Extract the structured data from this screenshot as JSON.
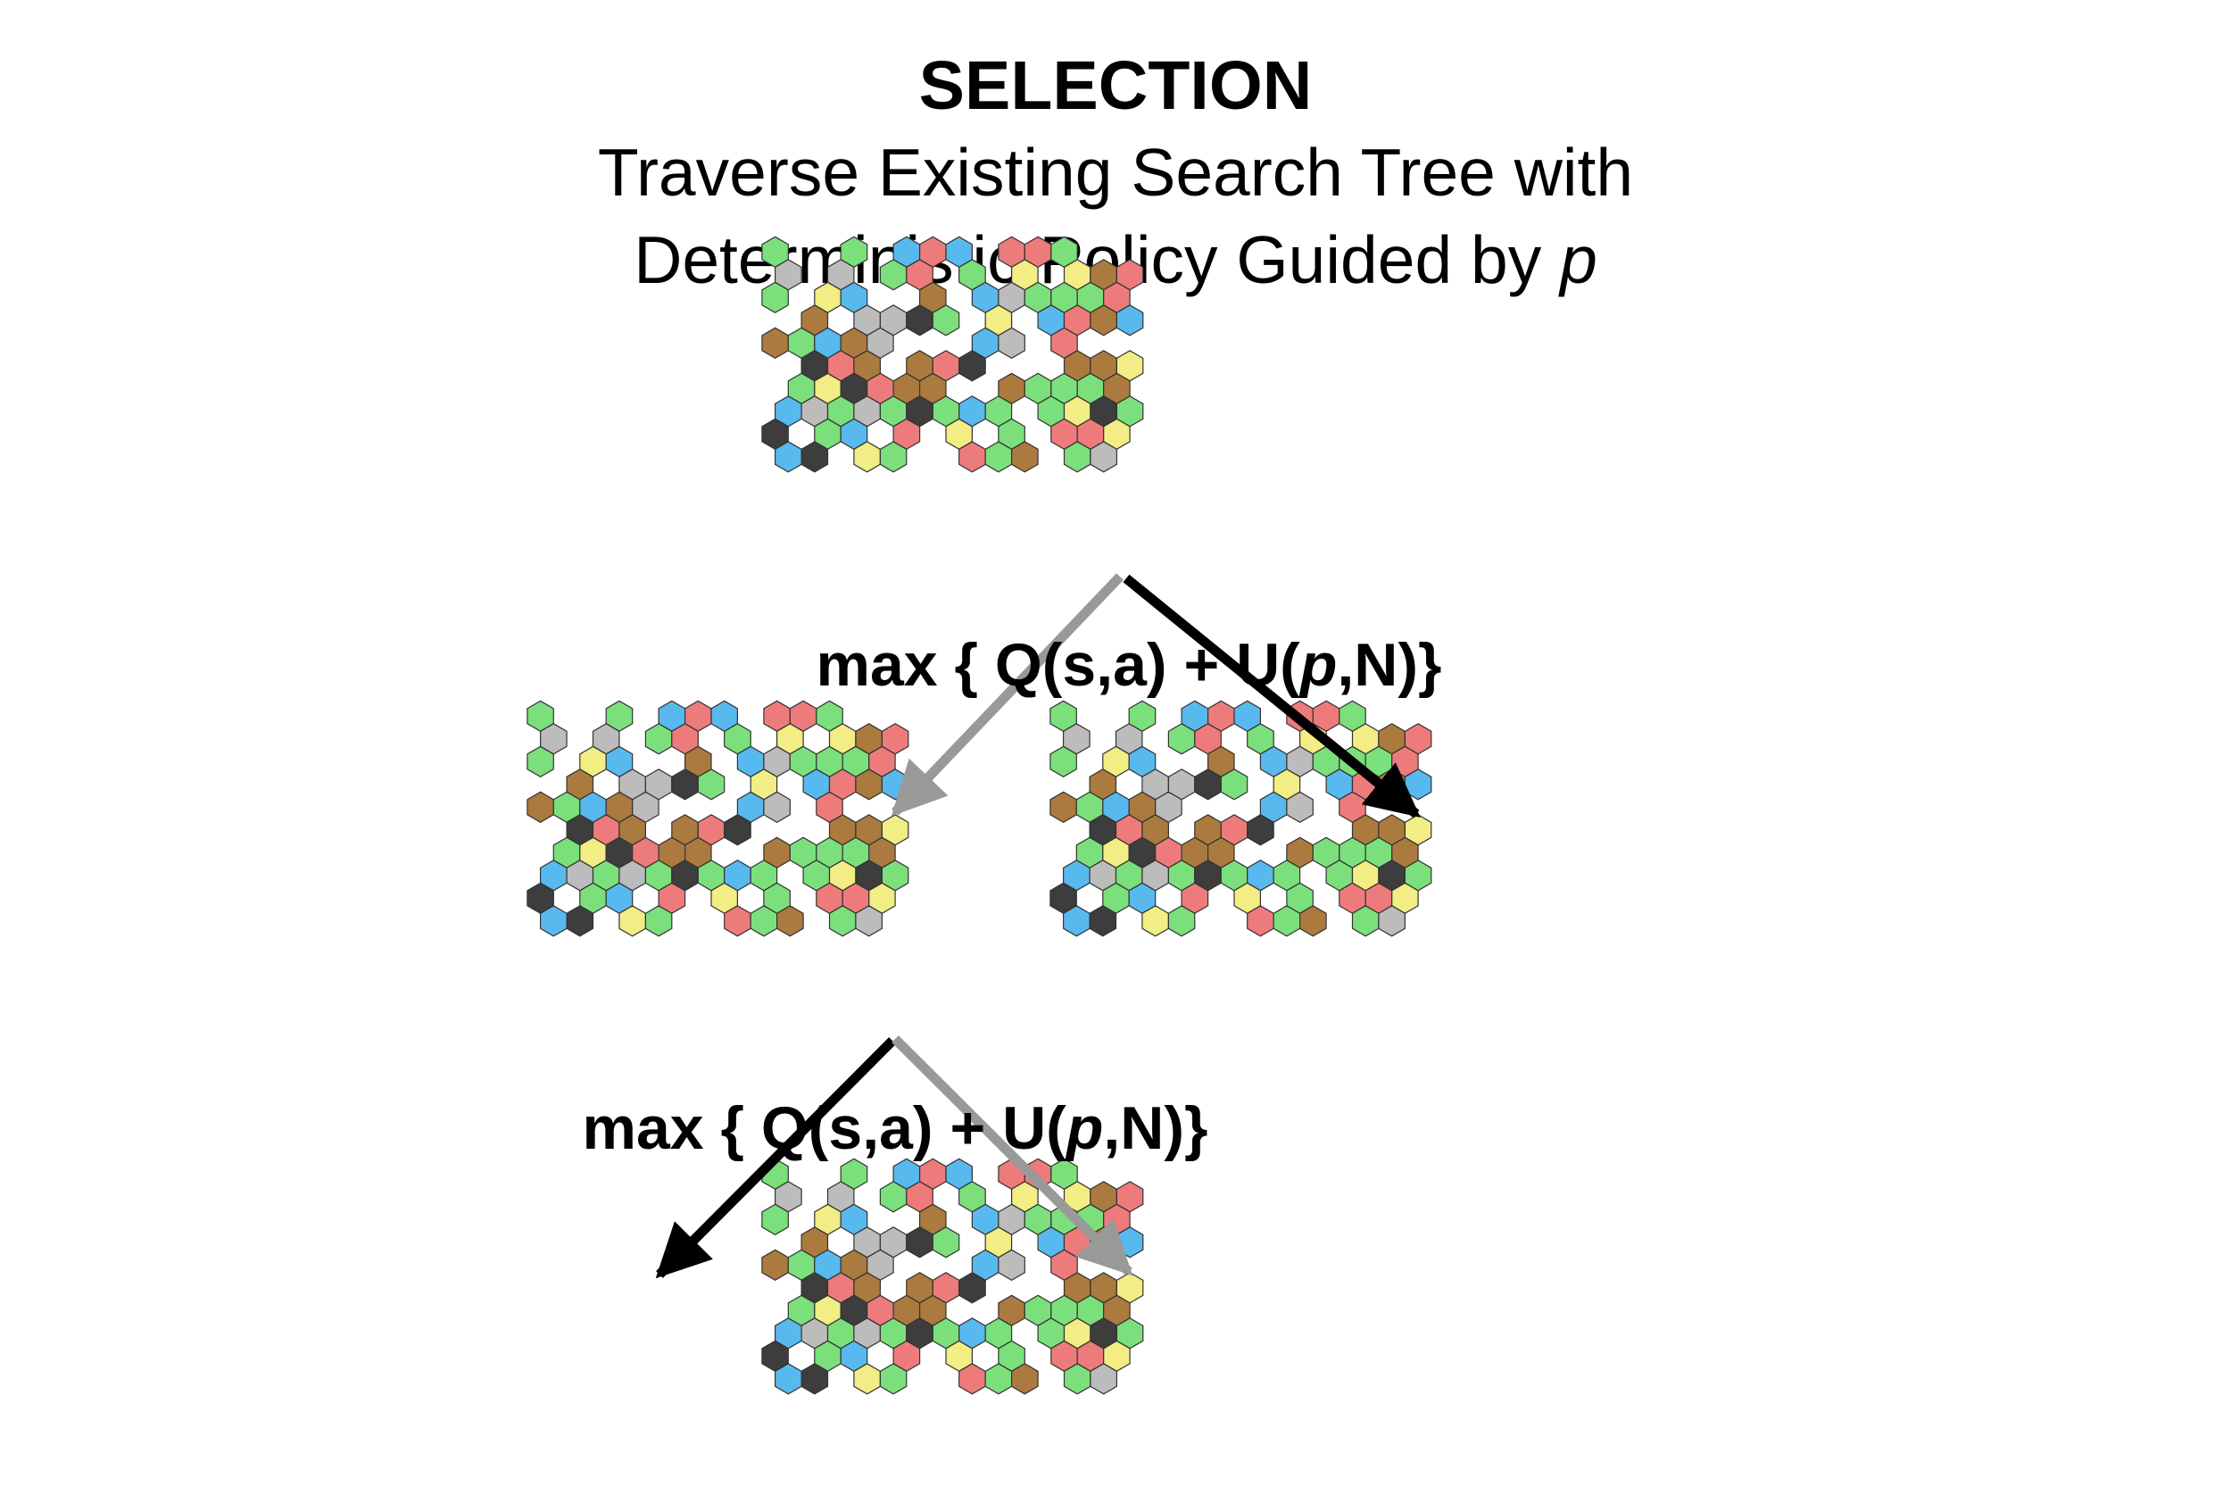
{
  "title": "SELECTION",
  "subtitle_line1": "Traverse Existing Search Tree with",
  "subtitle_line2_prefix": "Deterministic Policy Guided by ",
  "subtitle_line2_var": "p",
  "formula_top": {
    "before": "max { Q(s,a) + U(",
    "var": "p",
    "after": ",N)}"
  },
  "formula_bottom": {
    "before": "max { Q(s,a) + U(",
    "var": "p",
    "after": ",N)}"
  },
  "colors": {
    "selected_arrow": "#000000",
    "unselected_arrow": "#999999",
    "hex_palette": [
      "#ab7a3e",
      "#ee7b7b",
      "#f2ed84",
      "#7be07b",
      "#58b9ee",
      "#3d3d3d",
      "#bcbcbc"
    ]
  },
  "nodes": [
    {
      "id": "root",
      "label": ""
    },
    {
      "id": "left-child",
      "label": ""
    },
    {
      "id": "right-child",
      "label": ""
    },
    {
      "id": "grandchild",
      "label": ""
    }
  ],
  "edges": [
    {
      "from": "root",
      "to": "left-child",
      "selected": false
    },
    {
      "from": "root",
      "to": "right-child",
      "selected": true
    },
    {
      "from": "left-child",
      "to": "off-left",
      "selected": true
    },
    {
      "from": "left-child",
      "to": "grandchild",
      "selected": false
    }
  ]
}
